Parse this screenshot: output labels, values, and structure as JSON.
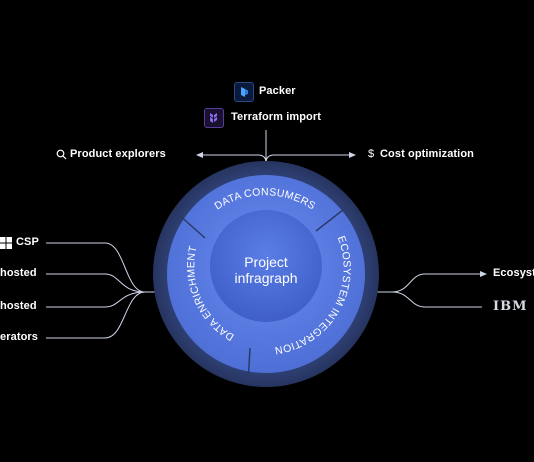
{
  "center": {
    "line1": "Project",
    "line2": "infragraph"
  },
  "ring_labels": {
    "top": "DATA CONSUMERS",
    "left": "DATA ENRICHMENT",
    "right": "ECOSYSTEM INTEGRATION"
  },
  "top_items": [
    {
      "label": "Packer",
      "icon": "packer-icon"
    },
    {
      "label": "Terraform import",
      "icon": "terraform-icon"
    }
  ],
  "consumers": [
    {
      "label": "Product explorers",
      "icon": "search-icon"
    },
    {
      "label": "Cost optimization",
      "icon": "dollar-icon"
    }
  ],
  "left_items": [
    {
      "label": "CSP",
      "icon": "windows-icon"
    },
    {
      "label": "hosted"
    },
    {
      "label": "hosted"
    },
    {
      "label": "erators"
    }
  ],
  "right_items": [
    {
      "label": "Ecosyst"
    },
    {
      "label": "IBM",
      "icon": "ibm-logo"
    }
  ],
  "colors": {
    "background": "#000000",
    "outer_ring": "#2a3a6b",
    "middle_ring": "#5b7fe0",
    "inner_circle": "#4766c9",
    "line": "#cfd6e8"
  }
}
